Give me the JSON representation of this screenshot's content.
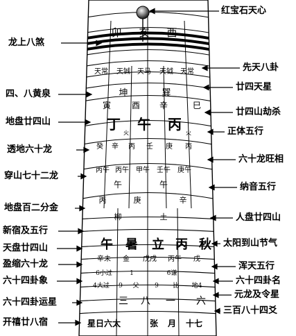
{
  "labels_right": [
    {
      "text": "红宝石天心"
    },
    {
      "text": "先天八卦"
    },
    {
      "text": "廿四天星"
    },
    {
      "text": "廿四山劫杀"
    },
    {
      "text": "正体五行"
    },
    {
      "text": "六十龙旺相"
    },
    {
      "text": "纳音五行"
    },
    {
      "text": "人盘廿四山"
    },
    {
      "text": "太阳到山节气"
    },
    {
      "text": "浑天五行"
    },
    {
      "text": "六十四卦名"
    },
    {
      "text": "元龙及令星"
    },
    {
      "text": "三百八十四爻"
    }
  ],
  "labels_left": [
    {
      "text": "龙上八煞"
    },
    {
      "text": "四、八黄泉"
    },
    {
      "text": "地盘廿四山"
    },
    {
      "text": "透地六十龙"
    },
    {
      "text": "穿山七十二龙"
    },
    {
      "text": "地盘百二分金"
    },
    {
      "text": "新宿及五行"
    },
    {
      "text": "天盘廿四山"
    },
    {
      "text": "盈缩六十龙"
    },
    {
      "text": "六十四卦象"
    },
    {
      "text": "六十四卦运星"
    },
    {
      "text": "开禧廿八宿"
    }
  ],
  "compass": {
    "row1": [
      "卯",
      "亥",
      "酉"
    ],
    "row3": [
      "天常",
      "天铖",
      "天马",
      "天钺",
      "天常"
    ],
    "row4": [
      "坤",
      "巽"
    ],
    "row5": [
      "寅",
      "酉",
      "辛",
      "巳"
    ],
    "row6": [
      "丁",
      "午",
      "丙"
    ],
    "row6_small": [
      "火",
      "火"
    ],
    "row7": [
      "癸",
      "辛",
      "丙",
      "壬",
      "庚",
      "丙"
    ],
    "row8": [
      "丙午",
      "丙午",
      "甲午",
      "壬午",
      "庚午"
    ],
    "row9": [
      "午",
      "午"
    ],
    "row10": [
      "丙",
      "庚",
      "辛"
    ],
    "row11": [
      "柳",
      "土"
    ],
    "row12": [
      "午",
      "暑",
      "立",
      "丙",
      "秋"
    ],
    "row13": [
      "辛未",
      "金",
      "戊戌",
      "丙午",
      "戊"
    ],
    "row14": [
      "6小过",
      "1",
      "6谦"
    ],
    "row15": [
      "4大过",
      "9",
      "父",
      "9",
      "比",
      "地4"
    ],
    "row16": [
      "三",
      "八",
      "一",
      "六"
    ],
    "row17": [
      "星日六太",
      "张",
      "月",
      "十七"
    ]
  }
}
